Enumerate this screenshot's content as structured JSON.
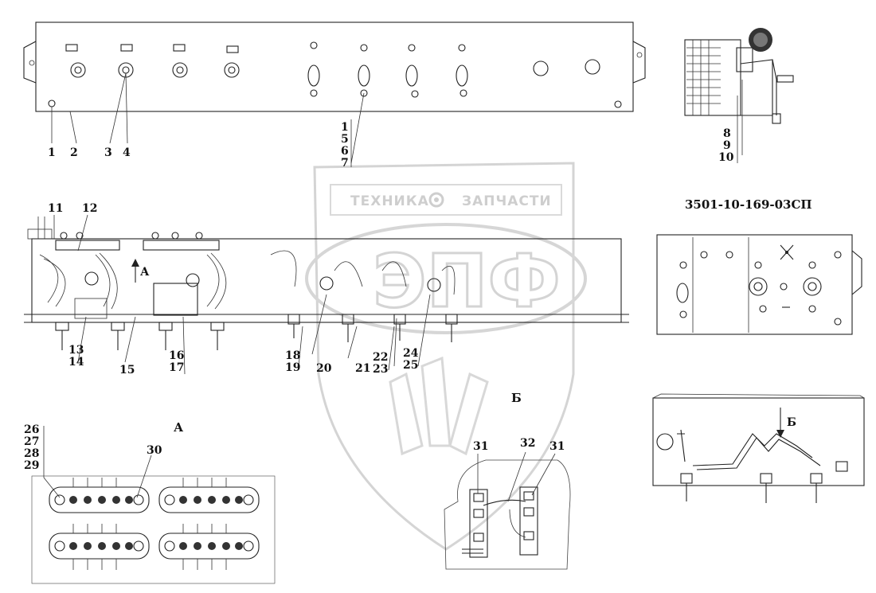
{
  "drawing_code": "3501-10-169-03СП",
  "watermark": {
    "left_word": "ТЕХНИКА",
    "right_word": "ЗАПЧАСТИ",
    "emblem_letters": "ЭПФ"
  },
  "views": {
    "view_a_label": "А",
    "view_b_label": "Б",
    "arrow_a_label": "А",
    "arrow_b_label": "Б"
  },
  "callouts": {
    "front_panel": [
      "1",
      "2",
      "3",
      "4"
    ],
    "front_stack": [
      "1",
      "5",
      "6",
      "7"
    ],
    "side_stack": [
      "8",
      "9",
      "10"
    ],
    "rear_top": [
      "11",
      "12"
    ],
    "rear_bottom": [
      "13",
      "14",
      "15",
      "16",
      "17",
      "18",
      "19",
      "20",
      "21",
      "22",
      "23",
      "24",
      "25"
    ],
    "view_a_stack": [
      "26",
      "27",
      "28",
      "29"
    ],
    "view_a_single": "30",
    "view_b_left": "31",
    "view_b_mid": "32",
    "view_b_right": "31"
  }
}
